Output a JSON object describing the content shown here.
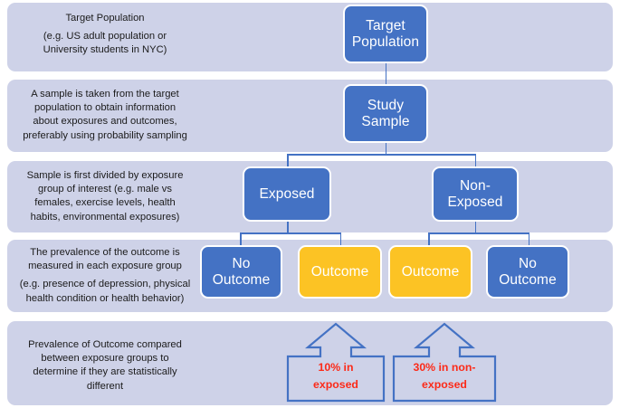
{
  "diagram": {
    "title": "Cross-sectional study design flow diagram",
    "colors": {
      "band_background": "#ced2e8",
      "node_blue": "#4472c4",
      "node_yellow": "#fcc324",
      "connector": "#4472c4",
      "callout_border": "#4472c4",
      "callout_text": "#fc2a18",
      "page_background": "#ffffff"
    },
    "bands": [
      {
        "id": "band-target-population",
        "text_line1": "Target Population",
        "text_line2": "(e.g. US adult population or",
        "text_line3": "University students in NYC)"
      },
      {
        "id": "band-study-sample",
        "text_line1": "A sample is taken from the target",
        "text_line2": "population to obtain information",
        "text_line3": "about exposures and outcomes,",
        "text_line4": "preferably using probability sampling"
      },
      {
        "id": "band-exposure-groups",
        "text_line1": "Sample is first divided by exposure",
        "text_line2": "group of interest (e.g. male vs",
        "text_line3": "females, exercise levels, health",
        "text_line4": "habits, environmental exposures)"
      },
      {
        "id": "band-outcome-prevalence",
        "text_line1": "The prevalence of the outcome is",
        "text_line2": "measured in each exposure group",
        "text_line3": "(e.g. presence of depression, physical",
        "text_line4": "health condition or health behavior)"
      },
      {
        "id": "band-comparison",
        "text_line1": "Prevalence of Outcome compared",
        "text_line2": "between exposure groups to",
        "text_line3": "determine if they are statistically",
        "text_line4": "different"
      }
    ],
    "nodes": {
      "target_population": {
        "line1": "Target",
        "line2": "Population"
      },
      "study_sample": {
        "line1": "Study",
        "line2": "Sample"
      },
      "exposed": {
        "line1": "Exposed"
      },
      "non_exposed": {
        "line1": "Non-",
        "line2": "Exposed"
      },
      "exposed_no_outcome": {
        "line1": "No",
        "line2": "Outcome"
      },
      "exposed_outcome": {
        "line1": "Outcome"
      },
      "non_exposed_outcome": {
        "line1": "Outcome"
      },
      "non_exposed_no_outcome": {
        "line1": "No",
        "line2": "Outcome"
      }
    },
    "callouts": [
      {
        "id": "callout-exposed",
        "line1": "10% in",
        "line2": "exposed"
      },
      {
        "id": "callout-non-exposed",
        "line1": "30% in non-",
        "line2": "exposed"
      }
    ]
  }
}
